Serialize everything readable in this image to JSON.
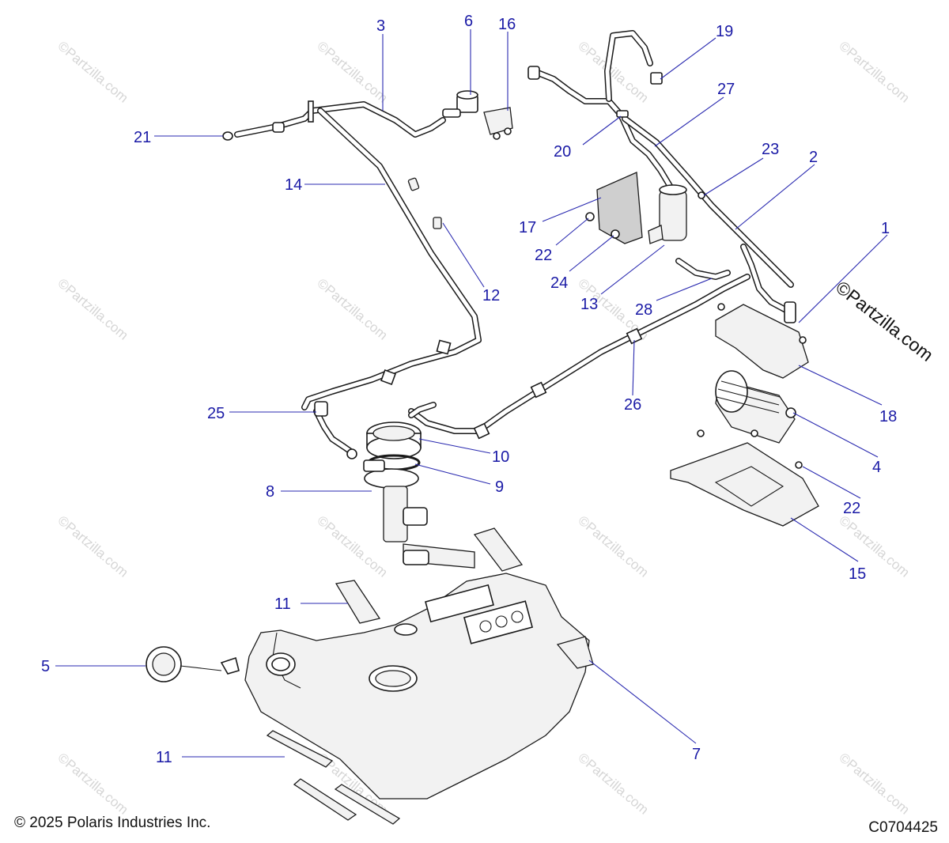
{
  "watermark": {
    "text": "©Partzilla.com"
  },
  "brand_mark": "©Partzilla.com",
  "copyright": "© 2025 Polaris Industries Inc.",
  "diagram_code": "C0704425",
  "callouts": {
    "c1": "1",
    "c2": "2",
    "c3": "3",
    "c4": "4",
    "c5": "5",
    "c6": "6",
    "c7": "7",
    "c8": "8",
    "c9": "9",
    "c10": "10",
    "c11a": "11",
    "c11b": "11",
    "c12": "12",
    "c13": "13",
    "c14": "14",
    "c15": "15",
    "c16": "16",
    "c17": "17",
    "c18": "18",
    "c19": "19",
    "c20": "20",
    "c21": "21",
    "c22a": "22",
    "c22b": "22",
    "c23": "23",
    "c24": "24",
    "c25": "25",
    "c26": "26",
    "c27": "27",
    "c28": "28"
  }
}
